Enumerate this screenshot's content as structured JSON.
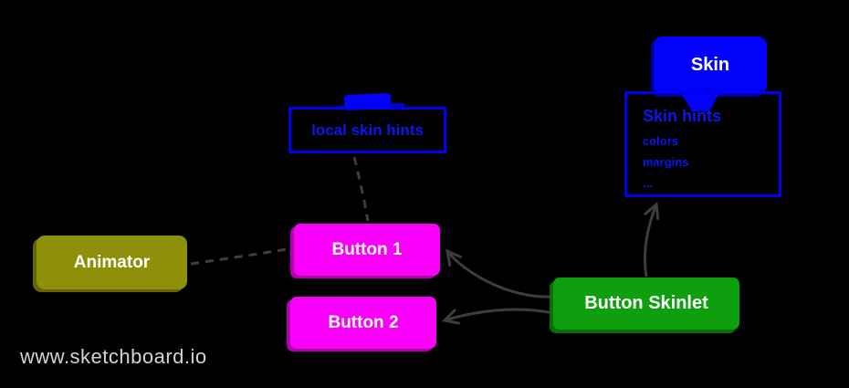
{
  "canvas": {
    "background": "#000000"
  },
  "watermark": {
    "text": "www.sketchboard.io",
    "color": "#d4d4d4"
  },
  "colors": {
    "blue": "#0202fb",
    "olive": "#8e900a",
    "magenta": "#fa00fa",
    "green": "#0d9f0d",
    "edge_gray": "#3d3d3d",
    "label_white": "#ffffff"
  },
  "nodes": {
    "skin": {
      "label": "Skin",
      "fill": "#0202fb",
      "shape": "rounded-rect"
    },
    "skin_hints": {
      "title": "Skin hints",
      "items": [
        "colors",
        "margins",
        "..."
      ],
      "border": "#0101ee",
      "shape": "outlined-rect"
    },
    "local_skin_hints": {
      "label": "local skin hints",
      "border": "#0101ee",
      "shape": "outlined-rect-with-scribble"
    },
    "animator": {
      "label": "Animator",
      "fill": "#8e900a",
      "shape": "rounded-rect"
    },
    "button1": {
      "label": "Button 1",
      "fill": "#fa00fa",
      "shape": "rounded-rect"
    },
    "button2": {
      "label": "Button 2",
      "fill": "#fa00fa",
      "shape": "rounded-rect"
    },
    "button_skinlet": {
      "label": "Button Skinlet",
      "fill": "#0d9f0d",
      "shape": "rounded-rect"
    }
  },
  "edges": [
    {
      "from": "local_skin_hints",
      "to": "button1",
      "style": "dashed",
      "arrowhead": false
    },
    {
      "from": "animator",
      "to": "button1",
      "style": "dashed",
      "arrowhead": false
    },
    {
      "from": "button_skinlet",
      "to": "button1",
      "style": "solid",
      "arrowhead": true
    },
    {
      "from": "button_skinlet",
      "to": "button2",
      "style": "solid",
      "arrowhead": true
    },
    {
      "from": "button_skinlet",
      "to": "skin_hints",
      "style": "solid",
      "arrowhead": true
    },
    {
      "from": "skin",
      "to": "skin_hints",
      "style": "attached-tail",
      "arrowhead": false
    }
  ]
}
